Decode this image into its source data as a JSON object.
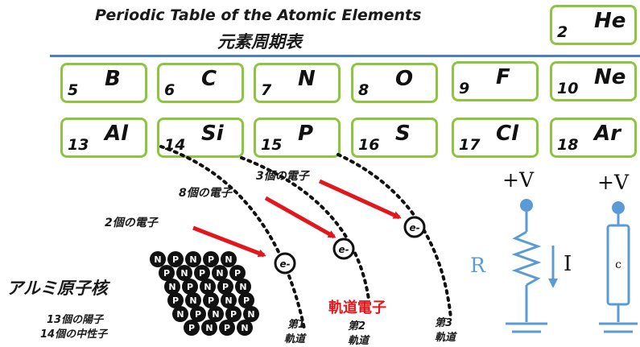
{
  "header": {
    "title": "Periodic Table of the Atomic Elements",
    "subtitle": "元素周期表"
  },
  "elements": [
    {
      "num": "2",
      "sym": "He"
    },
    {
      "num": "5",
      "sym": "B"
    },
    {
      "num": "6",
      "sym": "C"
    },
    {
      "num": "7",
      "sym": "N"
    },
    {
      "num": "8",
      "sym": "O"
    },
    {
      "num": "9",
      "sym": "F"
    },
    {
      "num": "10",
      "sym": "Ne"
    },
    {
      "num": "13",
      "sym": "Al"
    },
    {
      "num": "14",
      "sym": "Si"
    },
    {
      "num": "15",
      "sym": "P"
    },
    {
      "num": "16",
      "sym": "S"
    },
    {
      "num": "17",
      "sym": "Cl"
    },
    {
      "num": "18",
      "sym": "Ar"
    }
  ],
  "atom": {
    "title": "アルミ原子核",
    "protons": "13個の陽子",
    "neutrons": "14個の中性子",
    "nucleon_p": "P",
    "nucleon_n": "N",
    "electron": "e-",
    "shell1_count": "2個の電子",
    "shell2_count": "8個の電子",
    "shell3_count": "3個の電子",
    "orbital_electrons": "軌道電子",
    "shell1_label": "第1",
    "shell2_label": "第2",
    "shell3_label": "第3",
    "orbit_word": "軌道"
  },
  "circuit": {
    "voltage1": "+V",
    "voltage2": "+V",
    "resistor_label": "R",
    "current_label": "I",
    "component_label": "c"
  },
  "colors": {
    "cell_border": "#8cc63f",
    "rule": "#4a7fc1",
    "arrow": "#e3161b",
    "circuit": "#5b9bd5",
    "orbital_text": "#e3161b"
  }
}
